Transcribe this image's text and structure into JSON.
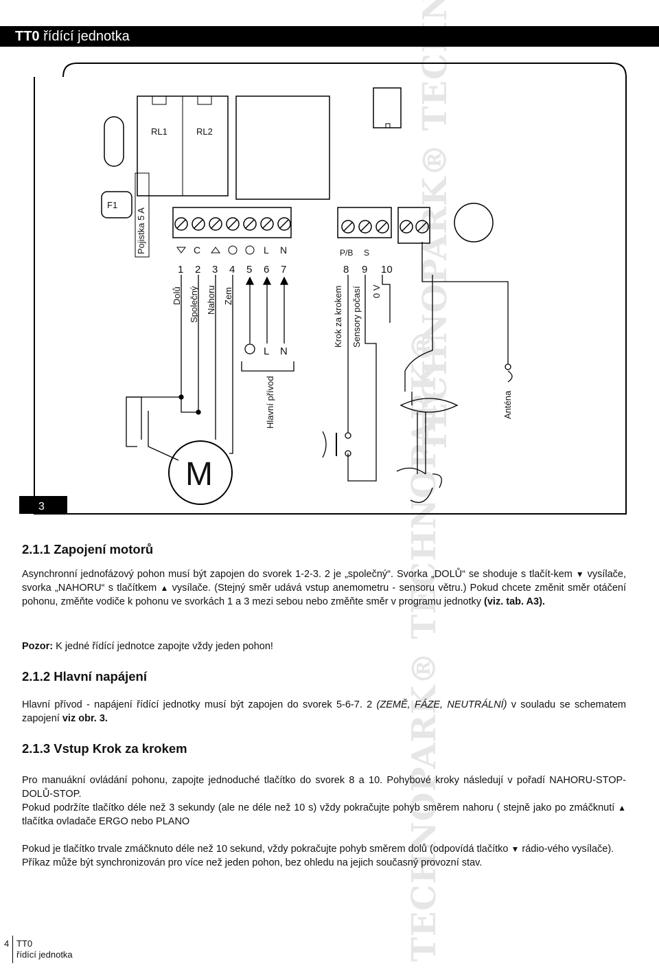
{
  "header": {
    "title_bold": "TT0",
    "title_rest": " řídící jednotka"
  },
  "watermark": {
    "text": "TECHNOPARK® TECHNOPARK®"
  },
  "diagram": {
    "figure_number": "3",
    "fuse_label": "F1",
    "fuse_rating": "Pojistka 5 A",
    "relays": [
      "RL1",
      "RL2"
    ],
    "terminal_symbols": [
      "C",
      "L",
      "N",
      "P/B",
      "S"
    ],
    "terminal_numbers": [
      "1",
      "2",
      "3",
      "4",
      "5",
      "6",
      "7",
      "8",
      "9",
      "10"
    ],
    "wire_labels": [
      "Dolů",
      "Společný",
      "Nahoru",
      "Zem",
      "Krok za krokem",
      "Sensory počasí",
      "0 V"
    ],
    "power_labels": [
      "L",
      "N"
    ],
    "main_supply_label": "Hlavní přívod",
    "motor_label": "M",
    "antenna_label": "Anténa"
  },
  "sections": {
    "s1": {
      "heading": "2.1.1 Zapojení motorů",
      "p1_a": "Asynchronní jednofázový pohon musí být zapojen do svorek 1-2-3. 2 je „společný“. Svorka „DOLŮ“ se shoduje s tlačít-kem ",
      "p1_b": " vysílače, svorka „NAHORU“ s tlačítkem ",
      "p1_c": " vysílače. (Stejný směr udává vstup anemometru - sensoru větru.) Pokud chcete změnit směr otáčení pohonu, změňte vodiče k pohonu ve svorkách 1 a 3 mezi sebou nebo změňte směr v programu jednotky ",
      "p1_ref": "(viz. tab. A3).",
      "note_label": "Pozor:",
      "note_text": " K jedné řídící jednotce zapojte vždy jeden pohon!"
    },
    "s2": {
      "heading": "2.1.2 Hlavní napájení",
      "p_a": "Hlavní přívod - napájení řídící jednotky musí být zapojen do svorek 5-6-7. 2 ",
      "p_it": "(ZEMĚ, FÁZE, NEUTRÁLNÍ)",
      "p_b": " v souladu se schematem zapojení ",
      "p_ref": "viz obr. 3."
    },
    "s3": {
      "heading": "2.1.3 Vstup Krok za krokem",
      "p1": "Pro manuákní ovládání pohonu, zapojte jednoduché tlačítko do svorek 8 a 10. Pohybové kroky následují v pořadí NAHORU-STOP-DOLŮ-STOP.",
      "p2_a": "Pokud podržíte tlačítko déle než 3 sekundy (ale ne déle než 10 s) vždy pokračujte pohyb směrem nahoru ( stejně jako po zmáčknutí ",
      "p2_b": " tlačítka ovladače ERGO nebo PLANO",
      "p3_a": "Pokud je tlačítko trvale zmáčknuto déle než 10 sekund, vždy pokračujte pohyb směrem dolů (odpovídá tlačítko ",
      "p3_b": " rádio-vého vysílače).",
      "p4": "Příkaz může být synchronizován pro více než jeden pohon, bez ohledu na jejich současný provozní stav."
    }
  },
  "icons": {
    "down": "▼",
    "up": "▲"
  },
  "footer": {
    "page": "4",
    "name_line1": "TT0",
    "name_line2": "řídící jednotka"
  }
}
